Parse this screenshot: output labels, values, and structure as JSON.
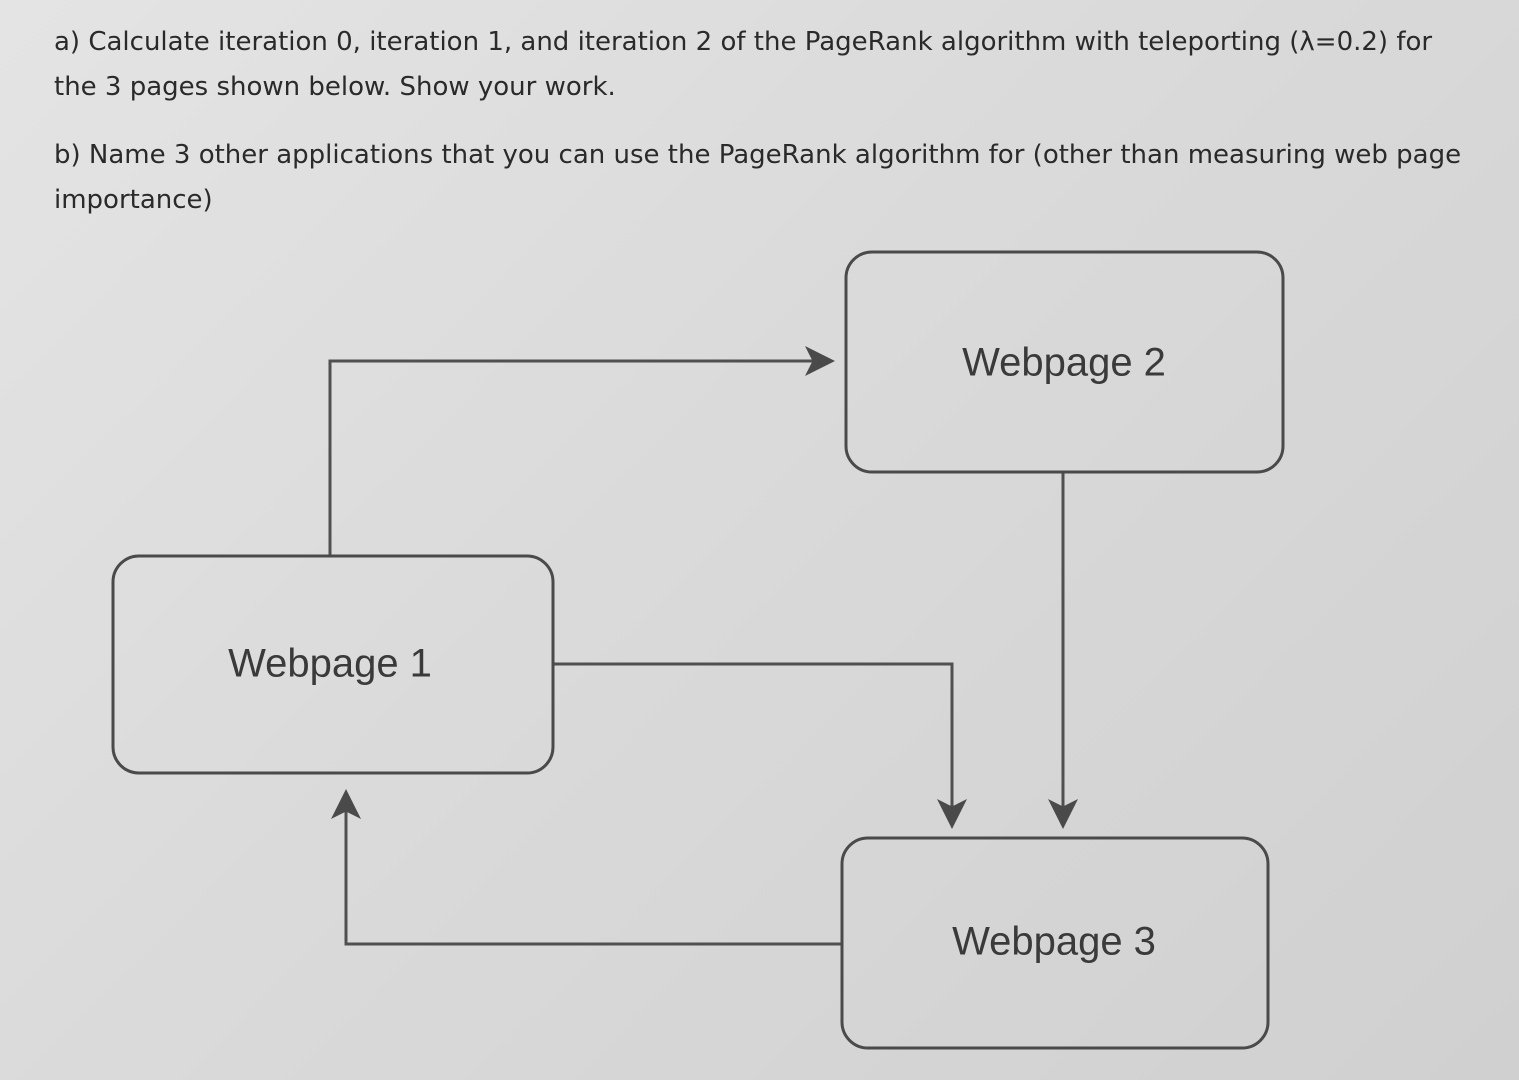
{
  "questions": {
    "a": "a) Calculate iteration 0, iteration 1, and iteration 2 of the PageRank algorithm with teleporting (λ=0.2) for the 3 pages shown below. Show your work.",
    "b": "b) Name 3 other applications that you can use the PageRank algorithm for (other than measuring web page importance)"
  },
  "diagram": {
    "nodes": {
      "webpage1": "Webpage 1",
      "webpage2": "Webpage 2",
      "webpage3": "Webpage 3"
    },
    "edges": [
      {
        "from": "Webpage 1",
        "to": "Webpage 2"
      },
      {
        "from": "Webpage 1",
        "to": "Webpage 3"
      },
      {
        "from": "Webpage 2",
        "to": "Webpage 3"
      },
      {
        "from": "Webpage 3",
        "to": "Webpage 1"
      }
    ]
  }
}
